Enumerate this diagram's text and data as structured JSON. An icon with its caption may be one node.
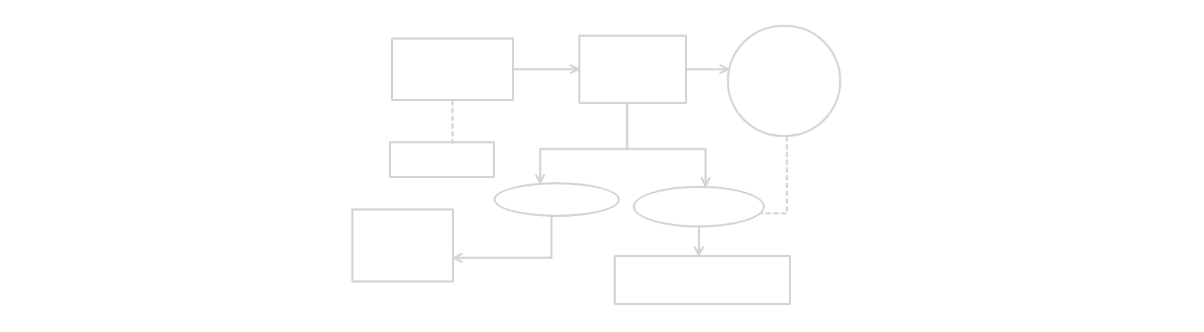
{
  "diagram": {
    "nodes": [
      {
        "text": [],
        "shape": "box"
      },
      {
        "text": [],
        "shape": "box"
      },
      {
        "text": [],
        "shape": "circle"
      },
      {
        "text": [],
        "shape": "box"
      },
      {
        "text": [],
        "shape": "ellipse"
      },
      {
        "text": [],
        "shape": "ellipse"
      },
      {
        "text": [],
        "shape": "box"
      },
      {
        "text": [],
        "shape": "box"
      }
    ],
    "edges": [
      {
        "from": 0,
        "to": 1,
        "arrow": "to"
      },
      {
        "from": 1,
        "to": 2,
        "arrow": "to"
      },
      {
        "from": 0,
        "to": 3,
        "arrow": "none",
        "style": "dashed"
      },
      {
        "from": 1,
        "to": 4,
        "arrow": "to"
      },
      {
        "from": 1,
        "to": 5,
        "arrow": "to"
      },
      {
        "from": 2,
        "to": 5,
        "arrow": "none",
        "style": "dashed"
      },
      {
        "from": 4,
        "to": 6,
        "arrow": "to"
      },
      {
        "from": 5,
        "to": 7,
        "arrow": "to"
      }
    ]
  }
}
